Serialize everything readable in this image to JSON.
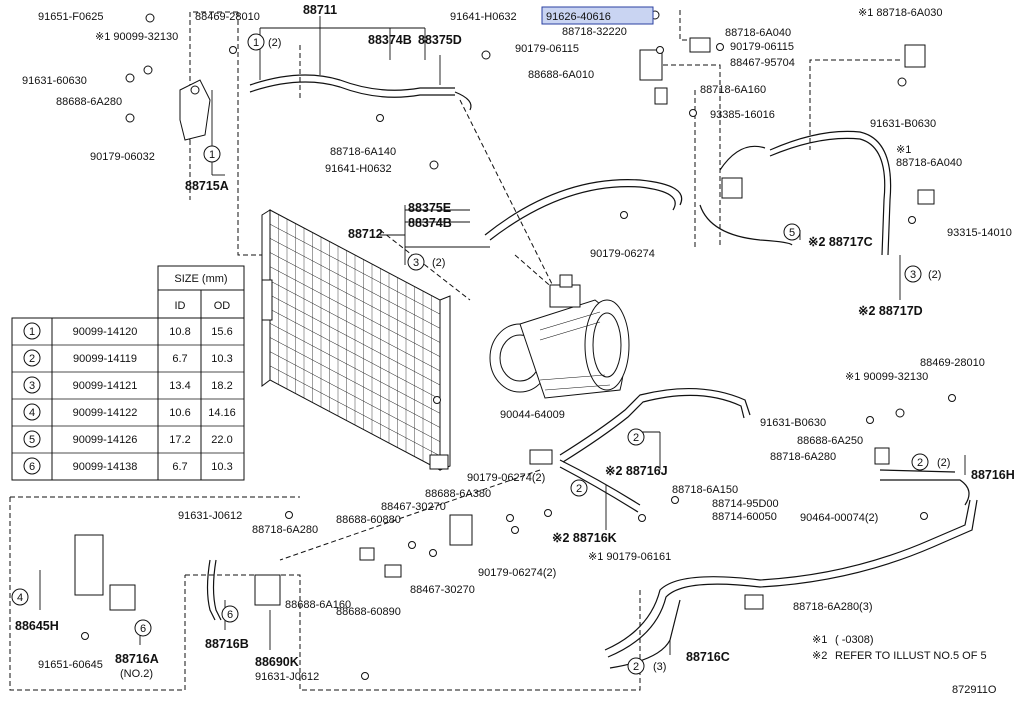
{
  "highlighted_part": "91626-40616",
  "colors": {
    "highlight_fill": "#c9d4f2",
    "highlight_border": "#2a3fa0",
    "ink": "#111111"
  },
  "labels": {
    "top_left": [
      "91651-F0625",
      "※1 90099-32130",
      "91631-60630",
      "88688-6A280",
      "90179-06032",
      "88715A",
      "88469-28010"
    ],
    "top_center": [
      "88711",
      "88374B",
      "88375D",
      "91641-H0632",
      "88718-6A140",
      "91641-H0632",
      "88375E",
      "88374B",
      "88712"
    ],
    "top_right_cluster": [
      "91626-40616",
      "88718-32220",
      "88718-6A040",
      "90179-06115",
      "90179-06115",
      "88467-95704",
      "88688-6A010",
      "88718-6A160",
      "93385-16016"
    ],
    "far_right": [
      "※1 88718-6A030",
      "91631-B0630",
      "※1",
      "88718-6A040",
      "93315-14010",
      "※2 88717C",
      "※2 88717D",
      "90179-06274"
    ],
    "mid_right": [
      "※1 90099-32130",
      "88469-28010",
      "90044-64009",
      "91631-B0630",
      "88688-6A250",
      "88718-6A280",
      "88716H",
      "※2 88716J",
      "90179-06274(2)",
      "88718-6A150",
      "88714-95D00",
      "88714-60050",
      "90464-00074(2)",
      "※2 88716K",
      "※1 90179-06161"
    ],
    "bottom": [
      "91631-J0612",
      "88718-6A280",
      "88688-6A380",
      "88467-30270",
      "88688-60880",
      "88688-6A160",
      "88688-60890",
      "88467-30270",
      "90179-06274(2)",
      "88645H",
      "91651-60645",
      "88716A",
      "(NO.2)",
      "88716B",
      "88690K",
      "91631-J0612",
      "88718-6A280(3)",
      "88716C"
    ]
  },
  "circle_labels": [
    "1",
    "2",
    "3",
    "4",
    "5",
    "6"
  ],
  "qty_labels": [
    "(2)",
    "(2)",
    "(2)",
    "(2)",
    "(3)"
  ],
  "size_table": {
    "title": "SIZE (mm)",
    "columns": [
      "ID",
      "OD"
    ],
    "rows": [
      {
        "ref": "1",
        "part": "90099-14120",
        "id": "10.8",
        "od": "15.6"
      },
      {
        "ref": "2",
        "part": "90099-14119",
        "id": "6.7",
        "od": "10.3"
      },
      {
        "ref": "3",
        "part": "90099-14121",
        "id": "13.4",
        "od": "18.2"
      },
      {
        "ref": "4",
        "part": "90099-14122",
        "id": "10.6",
        "od": "14.16"
      },
      {
        "ref": "5",
        "part": "90099-14126",
        "id": "17.2",
        "od": "22.0"
      },
      {
        "ref": "6",
        "part": "90099-14138",
        "id": "6.7",
        "od": "10.3"
      }
    ]
  },
  "notes": [
    {
      "mark": "※1",
      "text": "(      -0308)"
    },
    {
      "mark": "※2",
      "text": "REFER TO ILLUST NO.5 OF 5"
    }
  ],
  "illustration_number": "872911O"
}
